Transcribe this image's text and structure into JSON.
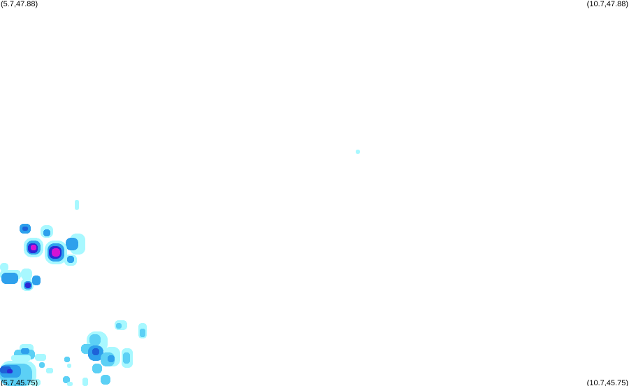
{
  "corners": {
    "top_left": "(5.7,47.88)",
    "top_right": "(10.7,47.88)",
    "bottom_left": "(5.7,45.75)",
    "bottom_right": "(10.7,45.75)"
  },
  "colors": {
    "background": "#ffffff",
    "very_light": "#a8f8ff",
    "light": "#5cd0f5",
    "medium": "#2ea0ec",
    "strong": "#1e62d8",
    "very_strong": "#2b2bd6",
    "extreme": "#d414d4"
  }
}
